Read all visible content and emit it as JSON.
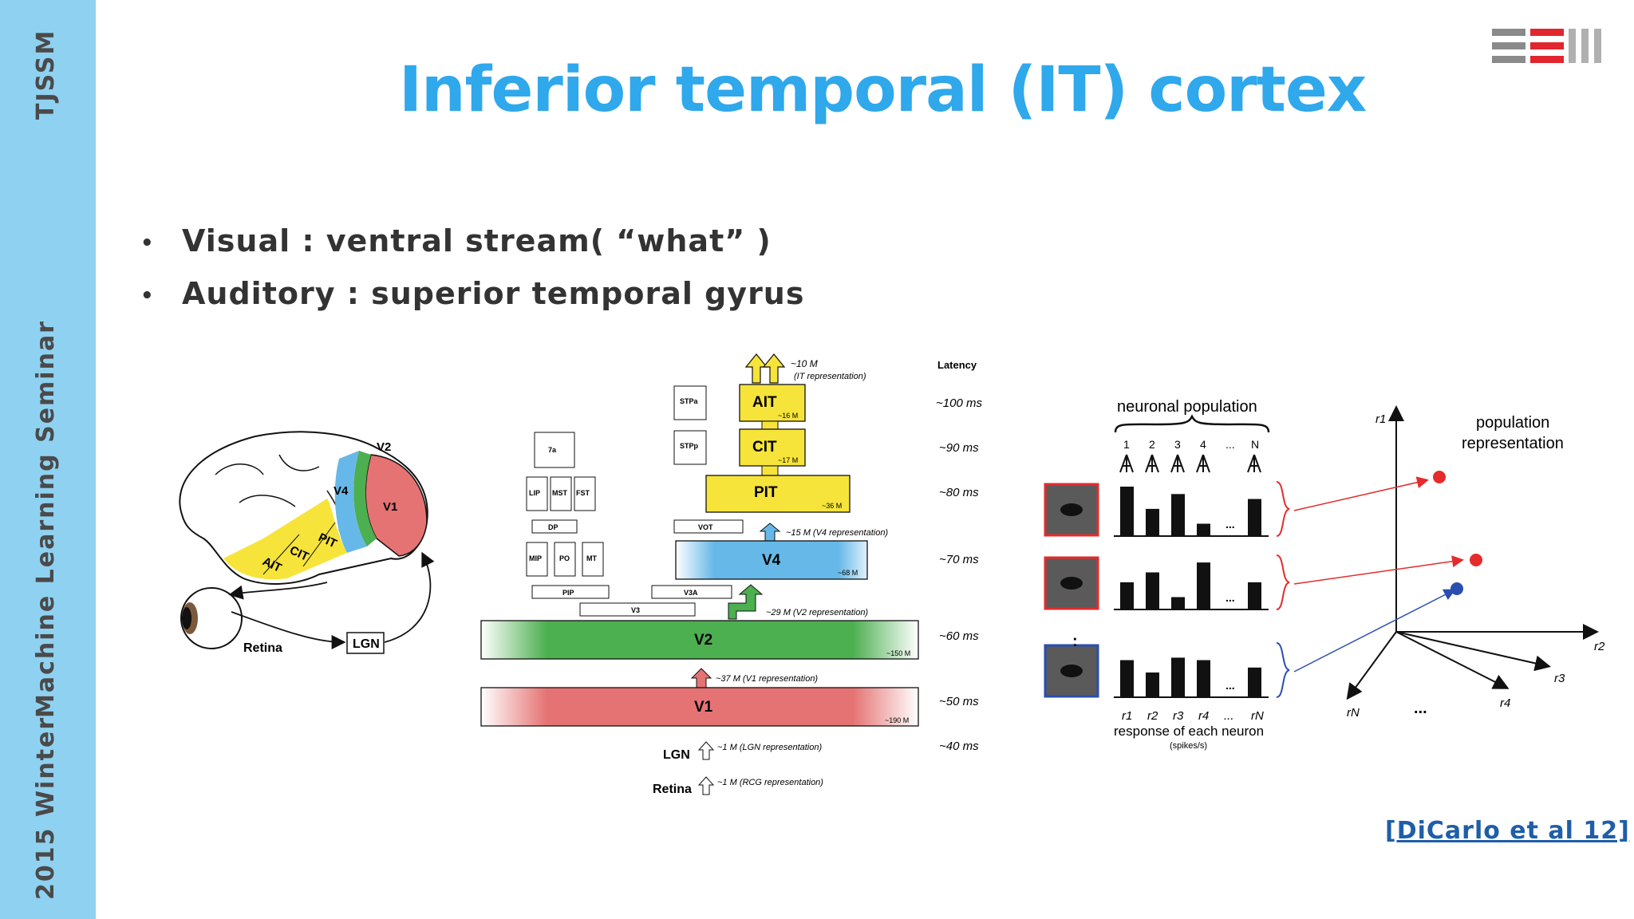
{
  "sidebar": {
    "org": "TJSSM",
    "seminar": "Machine Learning Seminar",
    "season": "2015  Winter"
  },
  "slide": {
    "title": "Inferior temporal (IT) cortex",
    "bullets": [
      "Visual : ventral stream( “what” )",
      "Auditory : superior temporal gyrus"
    ],
    "citation": "[DiCarlo et al 12]"
  },
  "brain_figure": {
    "areas": [
      "V2",
      "V4",
      "V1",
      "PIT",
      "CIT",
      "AIT"
    ],
    "retina_label": "Retina",
    "lgn_label": "LGN"
  },
  "hierarchy_figure": {
    "latency_header": "Latency",
    "latencies": [
      "~100 ms",
      "~90 ms",
      "~80 ms",
      "~70 ms",
      "~60 ms",
      "~50 ms",
      "~40 ms"
    ],
    "areas": {
      "ait": "AIT",
      "cit": "CIT",
      "pit": "PIT",
      "v4": "V4",
      "v2": "V2",
      "v1": "V1",
      "lgn": "LGN",
      "retina": "Retina"
    },
    "counts": {
      "ait": "~16 M",
      "cit": "~17 M",
      "pit": "~36 M",
      "v4": "~68 M",
      "v2": "~150 M",
      "v1": "~190 M"
    },
    "small_areas": [
      "STPa",
      "STPp",
      "7a",
      "LIP",
      "MST",
      "FST",
      "DP",
      "VOT",
      "MIP",
      "PO",
      "MT",
      "PIP",
      "V3A",
      "V3"
    ],
    "annotations": {
      "it": "~10 M",
      "it_sub": "(IT representation)",
      "v4": "~15 M  (V4 representation)",
      "v2": "~29 M  (V2 representation)",
      "v1": "~37 M  (V1 representation)",
      "lgn": "~1 M  (LGN representation)",
      "retina": "~1 M  (RCG representation)"
    }
  },
  "population_figure": {
    "header": "neuronal population",
    "neuron_indices": [
      "1",
      "2",
      "3",
      "4",
      "...",
      "N"
    ],
    "bar_rows": [
      {
        "values": [
          1.0,
          0.55,
          0.85,
          0.25,
          0.75
        ],
        "ellipsis": "..."
      },
      {
        "values": [
          0.55,
          0.75,
          0.25,
          0.95,
          0.55
        ],
        "ellipsis": "..."
      },
      {
        "values": [
          0.75,
          0.5,
          0.8,
          0.75,
          0.6
        ],
        "ellipsis": "..."
      }
    ],
    "row_separator": ":",
    "bottom_indices": [
      "r1",
      "r2",
      "r3",
      "r4",
      "...",
      "rN"
    ],
    "xlabel": "response of each neuron",
    "xunit": "(spikes/s)",
    "space_title_1": "population",
    "space_title_2": "representation",
    "axes": [
      "r1",
      "r2",
      "r3",
      "r4",
      "rN"
    ],
    "axes_more": "...",
    "colors": {
      "red": "#e52b2b",
      "blue": "#2a4eb0"
    }
  }
}
